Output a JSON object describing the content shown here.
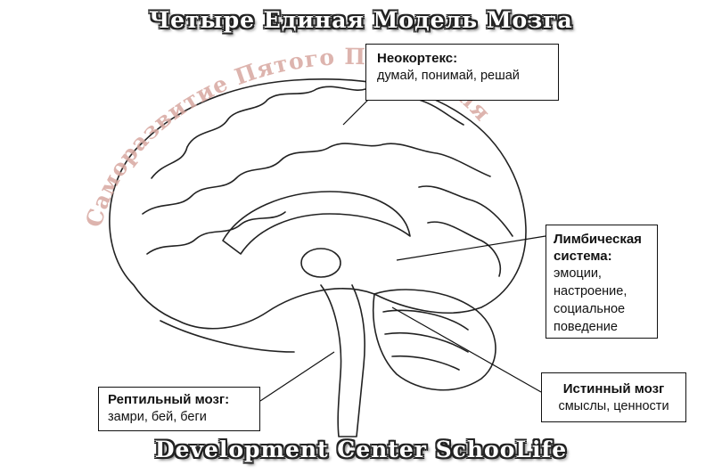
{
  "title": "Четыре Единая Модель Мозга",
  "footer": "Development Center SchooLife",
  "watermark": "Саморазвитие Пятого Поколения",
  "labels": {
    "neocortex": {
      "title": "Неокортекс:",
      "desc": "думай, понимай, решай"
    },
    "limbic": {
      "title_line1": "Лимбическая",
      "title_line2": "система:",
      "desc_lines": [
        "эмоции,",
        "настроение,",
        "социальное",
        "поведение"
      ]
    },
    "reptilian": {
      "title": "Рептильный мозг:",
      "desc": "замри, бей, беги"
    },
    "true_brain": {
      "title": "Истинный мозг",
      "desc": "смыслы, ценности"
    }
  },
  "colors": {
    "watermark": "#d8a8a0",
    "ink": "#222222",
    "banner_fill": "#ffffff"
  }
}
